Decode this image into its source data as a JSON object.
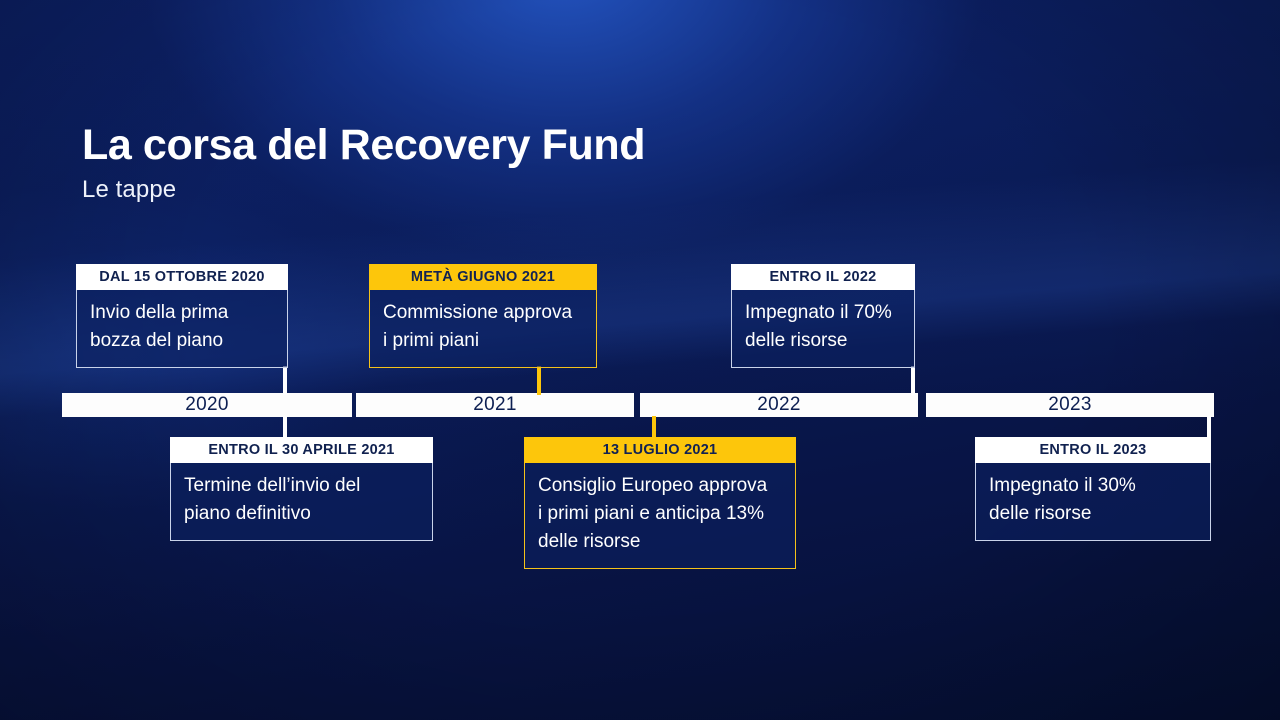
{
  "heading": {
    "title": "La corsa del Recovery Fund",
    "subtitle": "Le tappe"
  },
  "colors": {
    "background_dark": "#081445",
    "background_mid": "#0c2066",
    "accent_yellow": "#fdc60b",
    "card_white": "#ffffff",
    "card_body_text": "#ffffff",
    "year_text": "#0d1f52"
  },
  "timeline": {
    "years": [
      {
        "label": "2020"
      },
      {
        "label": "2021"
      },
      {
        "label": "2022"
      },
      {
        "label": "2023"
      }
    ]
  },
  "cards_above": [
    {
      "date": "DAL 15 OTTOBRE 2020",
      "accent": "white",
      "lines": [
        "Invio della prima",
        "bozza del piano"
      ]
    },
    {
      "date": "METÀ GIUGNO 2021",
      "accent": "yellow",
      "lines": [
        "Commissione approva",
        "i primi piani"
      ]
    },
    {
      "date": "ENTRO IL 2022",
      "accent": "white",
      "lines": [
        "Impegnato il 70%",
        "delle risorse"
      ]
    }
  ],
  "cards_below": [
    {
      "date": "ENTRO IL 30 APRILE 2021",
      "accent": "white",
      "lines": [
        "Termine dell’invio del",
        "piano definitivo"
      ]
    },
    {
      "date": "13 LUGLIO 2021",
      "accent": "yellow",
      "lines": [
        "Consiglio Europeo approva",
        "i primi piani e anticipa 13%",
        "delle risorse"
      ]
    },
    {
      "date": "ENTRO IL 2023",
      "accent": "white",
      "lines": [
        "Impegnato il 30%",
        "delle risorse"
      ]
    }
  ]
}
